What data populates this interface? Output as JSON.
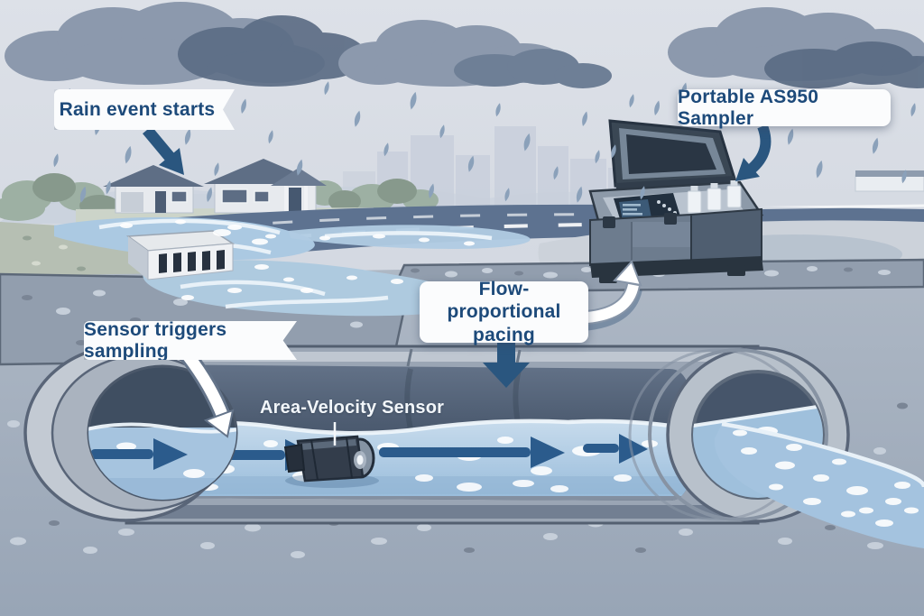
{
  "labels": {
    "rain_event": "Rain event starts",
    "portable_sampler": "Portable AS950 Sampler",
    "sensor_trigger": "Sensor triggers sampling",
    "flow_pacing": "Flow-proportional pacing",
    "area_velocity": "Area-Velocity Sensor"
  },
  "colors": {
    "label_text": "#1d4a7a",
    "label_background": "#fbfcfd",
    "callout_arrow": "#2a567f",
    "water": "#a9c7e1",
    "sky": "#d8dce4",
    "pipe_interior": "#46556a",
    "soil": "#a3aebc"
  }
}
